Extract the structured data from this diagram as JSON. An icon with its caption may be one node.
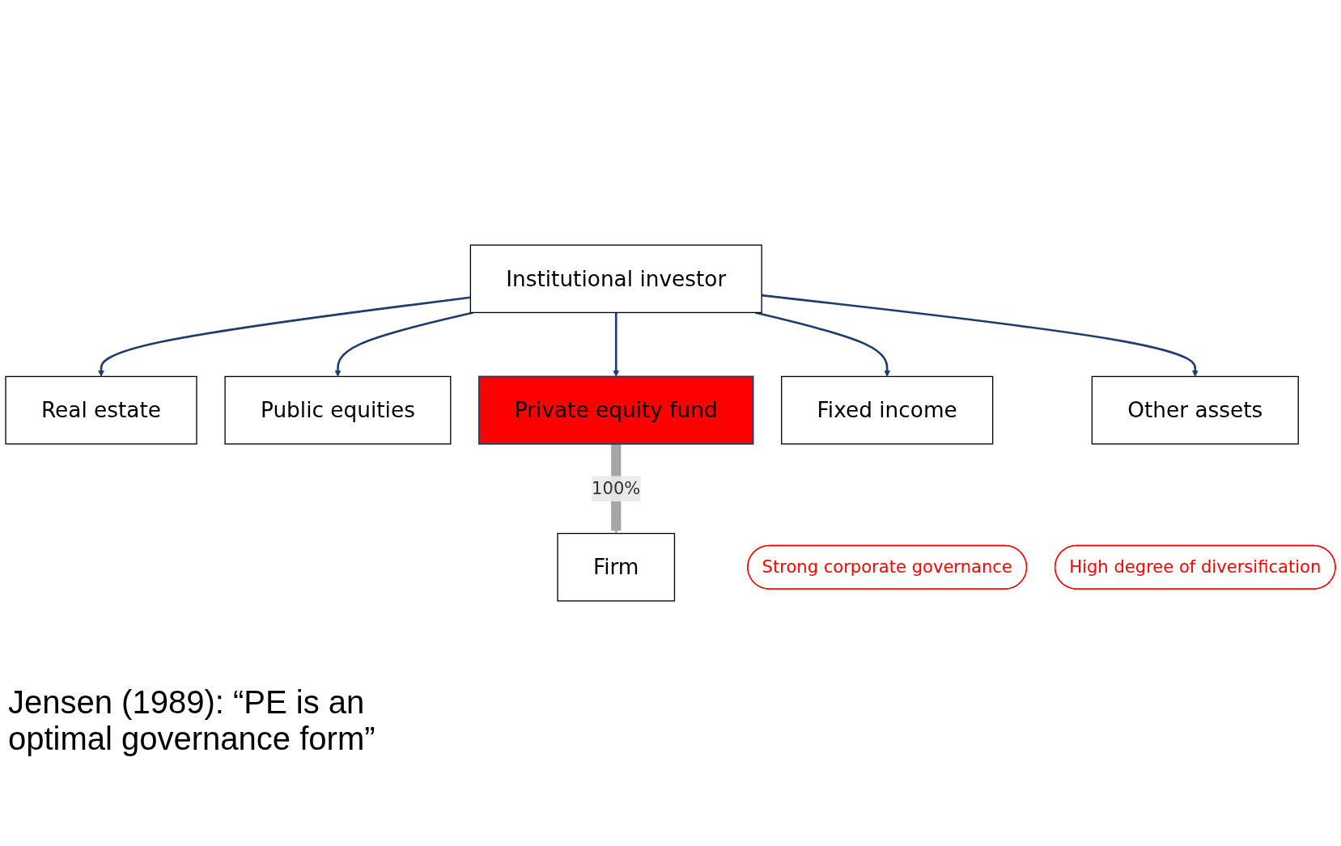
{
  "diagram": {
    "nodes": [
      {
        "text": [
          "Institutional investor"
        ]
      },
      {
        "text": [
          "Real estate"
        ]
      },
      {
        "text": [
          "Public equities"
        ]
      },
      {
        "text": [
          "Private equity fund"
        ]
      },
      {
        "text": [
          "Fixed income"
        ]
      },
      {
        "text": [
          "Other assets"
        ]
      },
      {
        "text": [
          "Firm"
        ]
      },
      {
        "text": [
          "High degree of diversification"
        ]
      },
      {
        "text": [
          "Strong corporate governance"
        ]
      }
    ],
    "edges": [
      {
        "from": 0,
        "to": 1,
        "arrow": "to"
      },
      {
        "from": 0,
        "to": 2,
        "arrow": "to"
      },
      {
        "from": 0,
        "to": 3,
        "arrow": "to"
      },
      {
        "from": 0,
        "to": 4,
        "arrow": "to"
      },
      {
        "from": 0,
        "to": 5,
        "arrow": "to"
      },
      {
        "from": 3,
        "to": 6,
        "arrow": "to",
        "label": "100%",
        "style": "thick",
        "color": "#a6a6a6"
      }
    ],
    "labels": [
      "Jensen (1989): “PE is an optimal governance form”"
    ]
  }
}
